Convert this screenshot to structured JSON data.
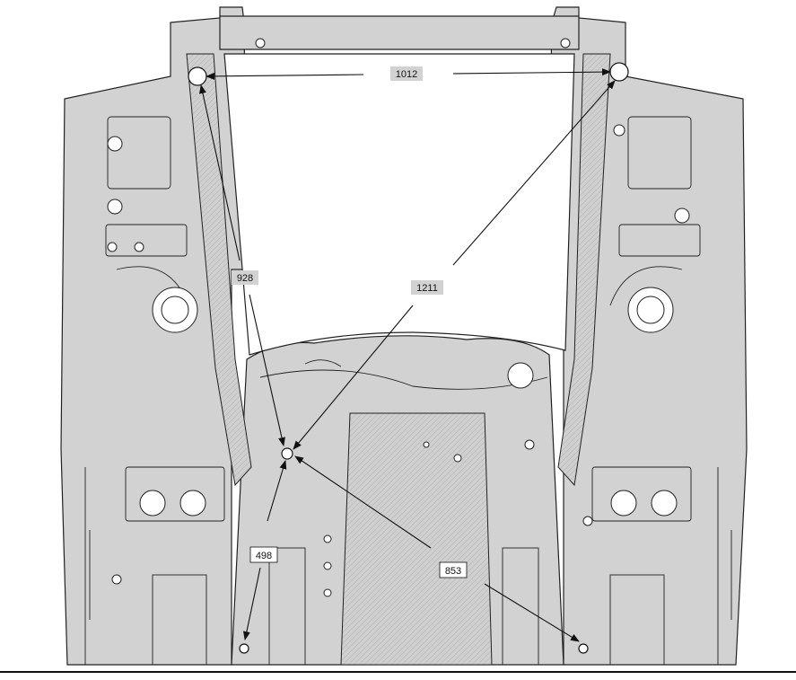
{
  "diagram": {
    "measurements": [
      {
        "id": "1012",
        "label": "1012"
      },
      {
        "id": "928",
        "label": "928"
      },
      {
        "id": "1211",
        "label": "1211"
      },
      {
        "id": "498",
        "label": "498"
      },
      {
        "id": "853",
        "label": "853"
      }
    ]
  }
}
